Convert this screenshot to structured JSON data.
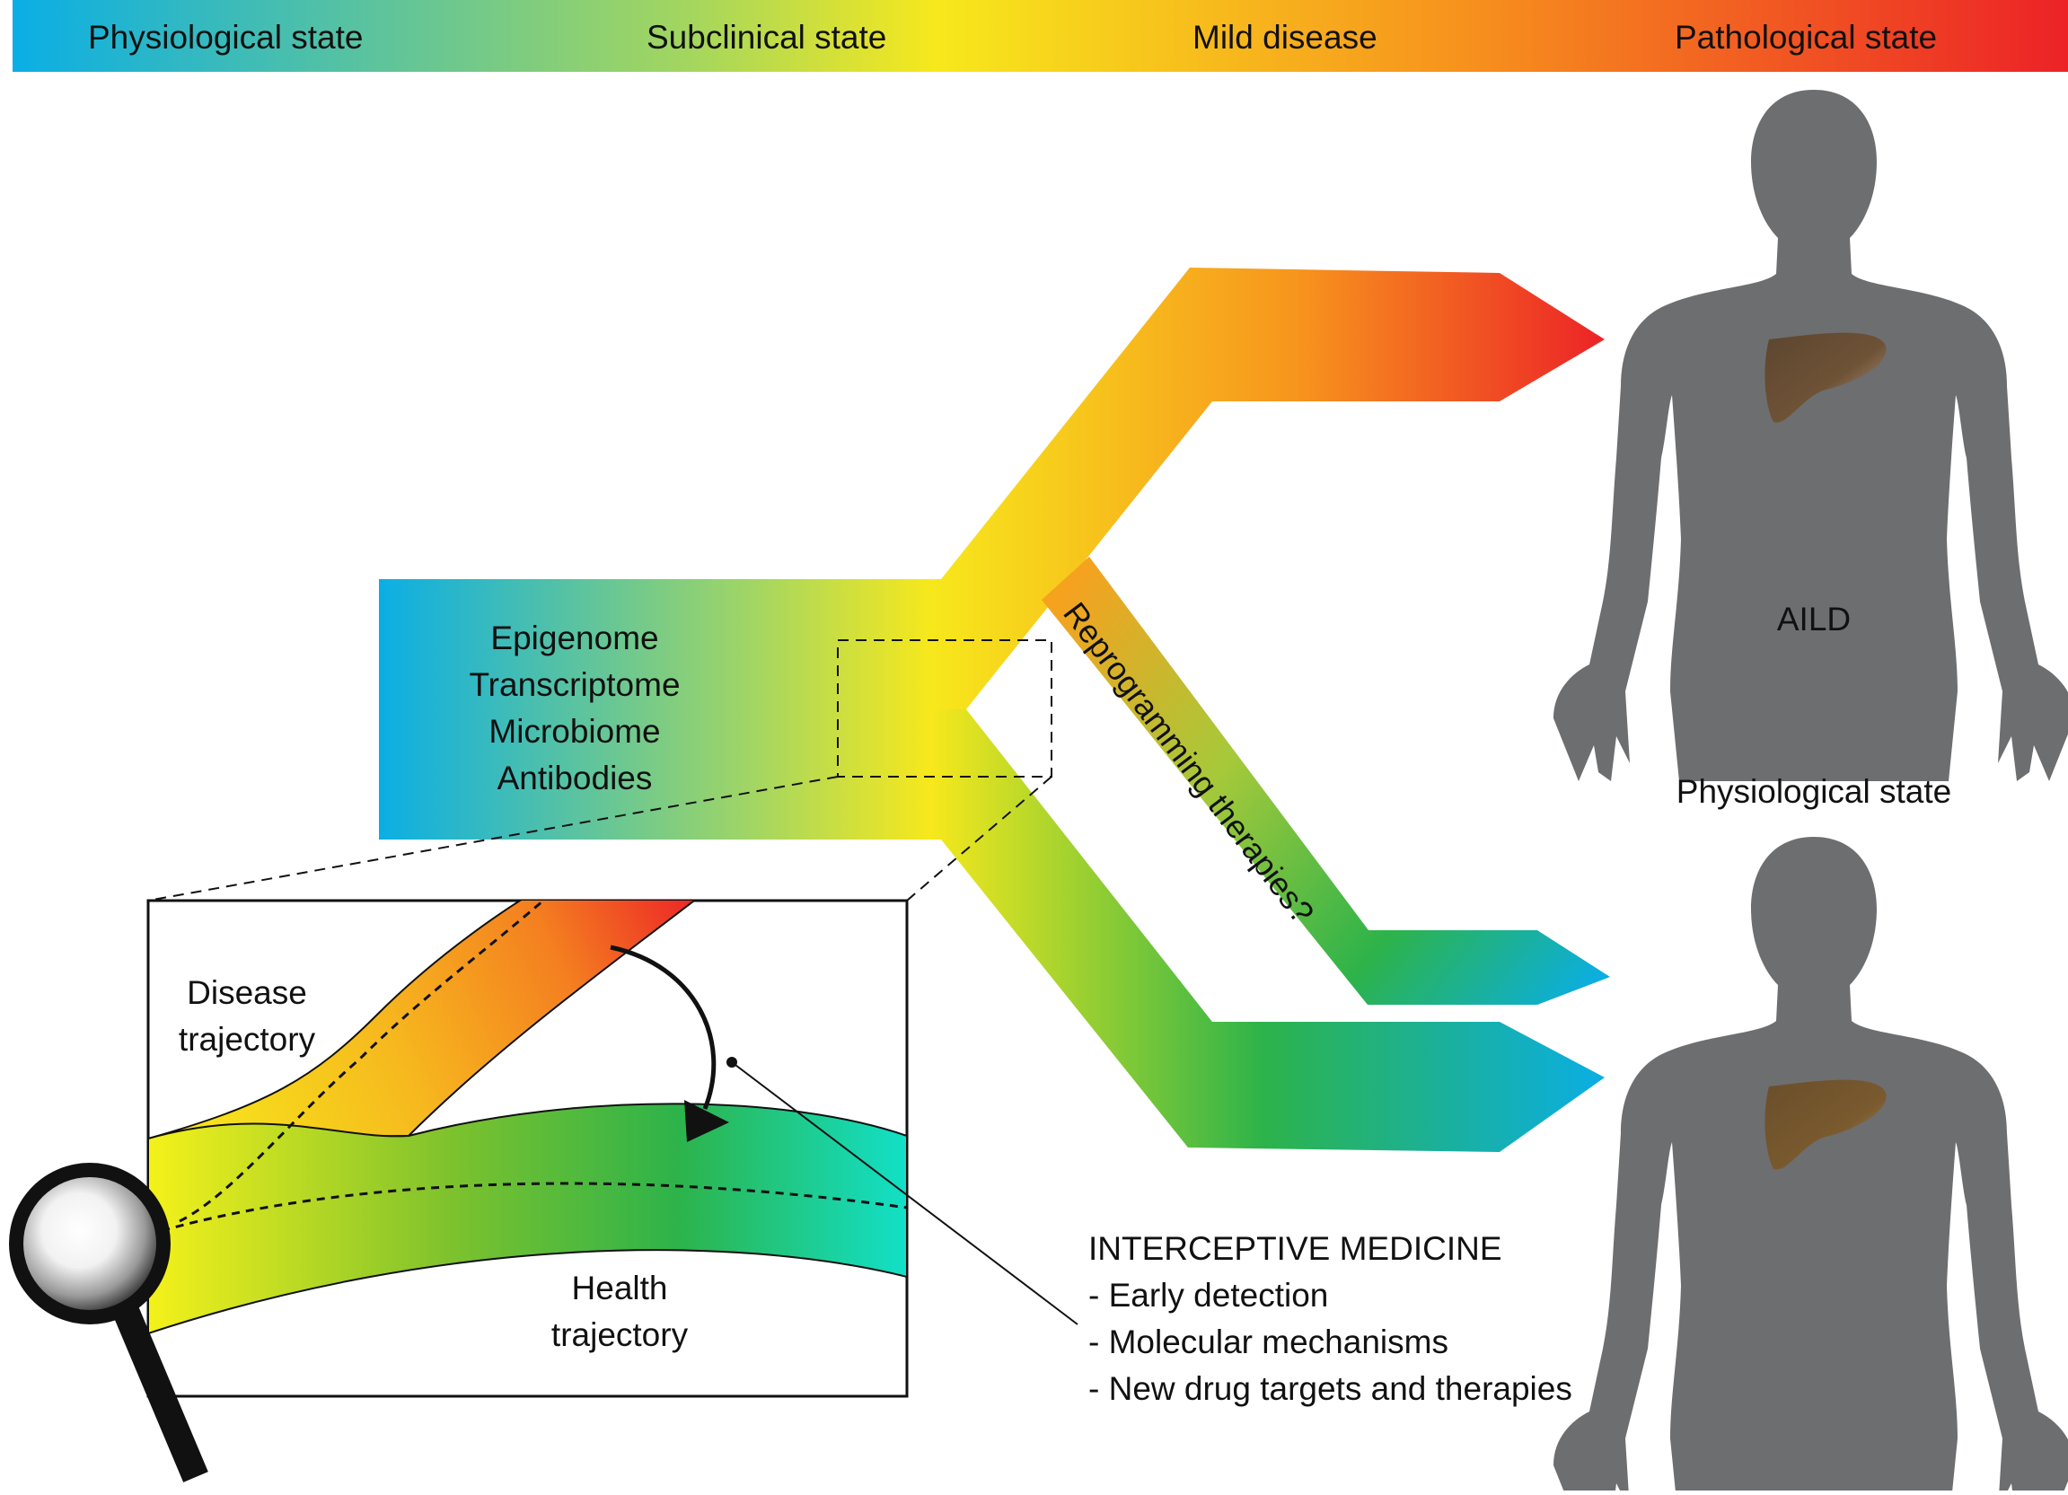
{
  "header": {
    "stages": [
      "Physiological state",
      "Subclinical state",
      "Mild disease",
      "Pathological state"
    ]
  },
  "layers": [
    "Epigenome",
    "Transcriptome",
    "Microbiome",
    "Antibodies"
  ],
  "therapy_label": "Reprogramming therapies?",
  "outcomes": {
    "top_label": "AILD",
    "bottom_label": "Physiological state"
  },
  "inset": {
    "disease_label": [
      "Disease",
      "trajectory"
    ],
    "health_label": [
      "Health",
      "trajectory"
    ]
  },
  "interceptive": {
    "title": "INTERCEPTIVE MEDICINE",
    "items": [
      "- Early detection",
      "- Molecular mechanisms",
      "- New drug targets and therapies"
    ]
  },
  "colors": {
    "physiological": "#0aaee5",
    "subclinical": "#f7e81c",
    "mild": "#f7941d",
    "pathological": "#ec2227",
    "health": "#2db34a",
    "body": "#6d6e70",
    "liver": "#6e5236"
  }
}
